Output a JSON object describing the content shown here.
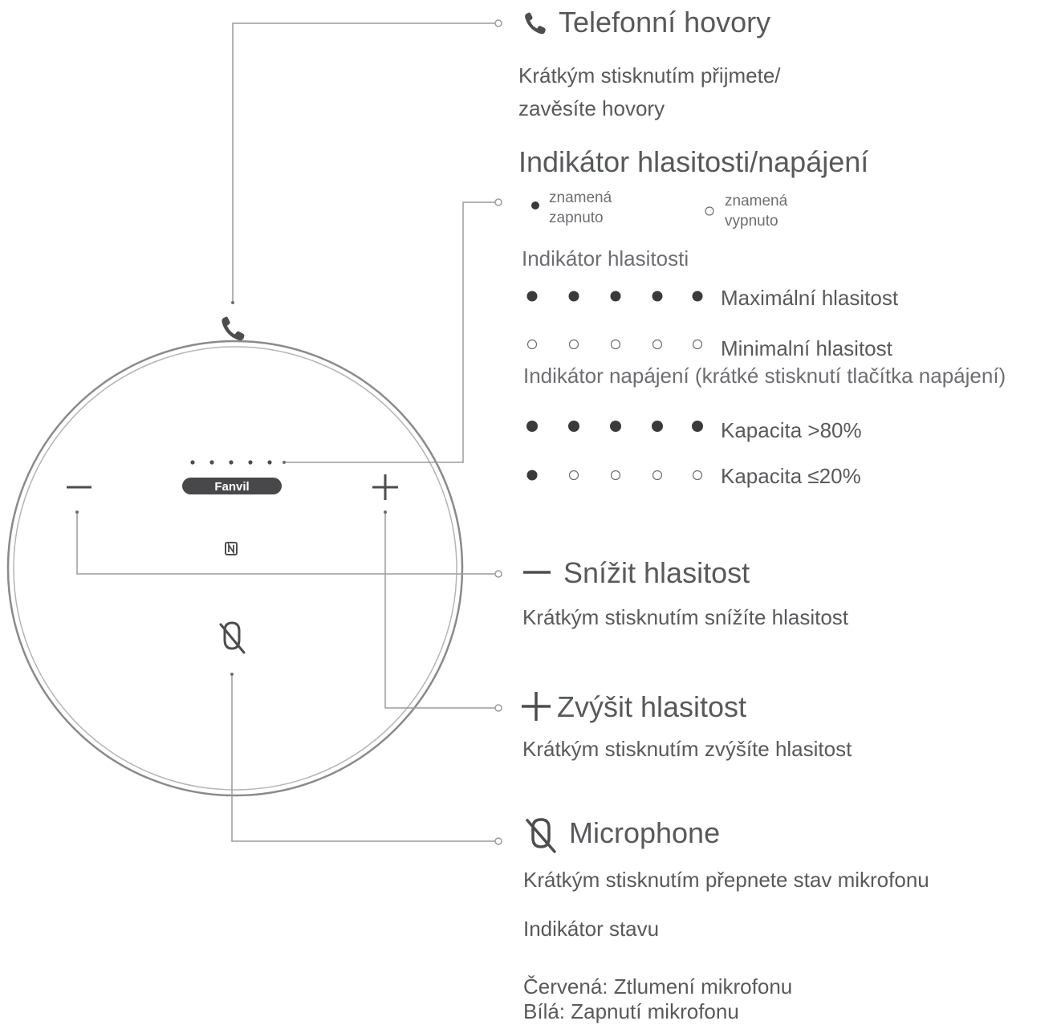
{
  "device": {
    "logo_text": "Fanvil"
  },
  "calls": {
    "title": "Telefonní hovory",
    "description_lines": [
      "Krátkým stisknutím přijmete/",
      "zavěsíte hovory"
    ]
  },
  "indicator": {
    "title": "Indikátor hlasitosti/napájení",
    "legend_on": [
      "znamená",
      "zapnuto"
    ],
    "legend_off": [
      "znamená",
      "vypnuto"
    ],
    "volume_heading": "Indikátor hlasitosti",
    "volume_rows": [
      {
        "label": "Maximální hlasitost",
        "lit": 5
      },
      {
        "label": "Minimalní hlasitost",
        "lit": 0
      }
    ],
    "power_heading": "Indikátor napájení (krátké stisknutí tlačítka napájení)",
    "power_rows": [
      {
        "label": "Kapacita >80%",
        "lit": 5
      },
      {
        "label": "Kapacita ≤20%",
        "lit": 1
      }
    ]
  },
  "volume_down": {
    "title": "Snížit hlasitost",
    "description": "Krátkým stisknutím snížíte hlasitost"
  },
  "volume_up": {
    "title": "Zvýšit hlasitost",
    "description": "Krátkým stisknutím zvýšíte hlasitost"
  },
  "microphone": {
    "title": "Microphone",
    "description": "Krátkým stisknutím přepnete stav mikrofonu",
    "status_heading": "Indikátor stavu",
    "status_lines": [
      "Červená: Ztlumení mikrofonu",
      "Bílá: Zapnutí mikrofonu"
    ]
  }
}
